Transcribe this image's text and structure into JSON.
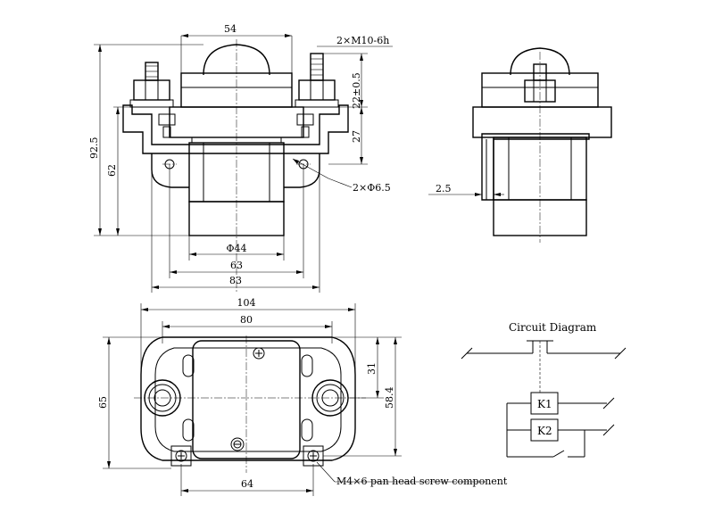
{
  "front_view": {
    "dim_top_width": "54",
    "dim_bolt_thread": "2×M10-6h",
    "dim_total_height": "92.5",
    "dim_body_height": "62",
    "dim_terminal_height": "22±0.5",
    "dim_27": "27",
    "dim_mount_holes": "2×Φ6.5",
    "dim_diameter": "Φ44",
    "dim_63": "63",
    "dim_83": "83"
  },
  "side_view": {
    "dim_plate": "2.5"
  },
  "top_view": {
    "dim_104": "104",
    "dim_80": "80",
    "dim_65": "65",
    "dim_58_4": "58.4",
    "dim_31": "31",
    "dim_64": "64",
    "screw_note": "M4×6 pan head screw component"
  },
  "circuit": {
    "title": "Circuit Diagram",
    "k1_label": "K1",
    "k2_label": "K2"
  }
}
